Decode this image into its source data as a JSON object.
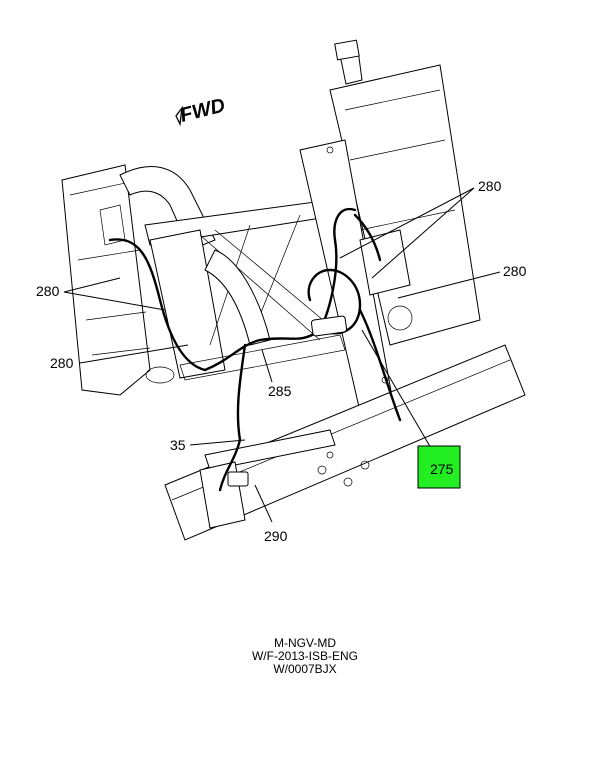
{
  "diagram": {
    "direction_label": "FWD",
    "callouts": [
      {
        "id": "c280a",
        "text": "280"
      },
      {
        "id": "c280b",
        "text": "280"
      },
      {
        "id": "c280c",
        "text": "280"
      },
      {
        "id": "c280d",
        "text": "280"
      },
      {
        "id": "c285",
        "text": "285"
      },
      {
        "id": "c35",
        "text": "35"
      },
      {
        "id": "c290",
        "text": "290"
      },
      {
        "id": "c275",
        "text": "275"
      }
    ],
    "highlight_color": "#22ee22"
  },
  "caption": {
    "line1": "M-NGV-MD",
    "line2": "W/F-2013-ISB-ENG",
    "line3": "W/0007BJX"
  }
}
